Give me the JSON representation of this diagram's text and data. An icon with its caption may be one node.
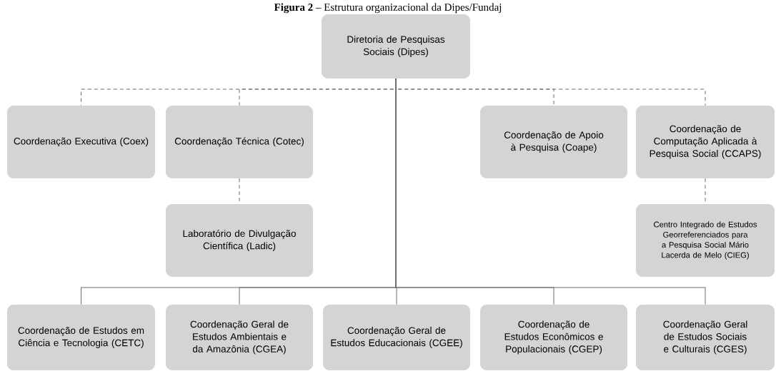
{
  "diagram": {
    "title": "**Figura 2** – Estrutura organizacional da Dipes/Fundaj",
    "nodes": [
      {
        "text": [
          "Diretoria de Pesquisas Sociais (Dipes)"
        ]
      },
      {
        "text": [
          "Coordenação Executiva (Coex)"
        ]
      },
      {
        "text": [
          "Coordenação Técnica (Cotec)"
        ]
      },
      {
        "text": [
          "Coordenação de Apoio à Pesquisa (Coape)"
        ]
      },
      {
        "text": [
          "Coordenação de Computação Aplicada à Pesquisa Social (CCAPS)"
        ]
      },
      {
        "text": [
          "Laboratório de Divulgação Científica (Ladic)"
        ]
      },
      {
        "text": [
          "Centro Integrado de Estudos Georreferenciados para a Pesquisa Social Mário Lacerda de Melo (CIEG)"
        ]
      },
      {
        "text": [
          "Coordenação de Estudos em Ciência e Tecnologia (CETC)"
        ]
      },
      {
        "text": [
          "Coordenação Geral de Estudos Ambientais e da Amazônia (CGEA)"
        ]
      },
      {
        "text": [
          "Coordenação Geral de Estudos Educacionais (CGEE)"
        ]
      },
      {
        "text": [
          "Coordenação de Estudos Econômicos e Populacionais (CGEP)"
        ]
      },
      {
        "text": [
          "Coordenação Geral de Estudos Sociais e Culturais (CGES)"
        ]
      }
    ],
    "edges": [
      {
        "from": 0,
        "to": 1,
        "arrow": "none",
        "style": "dashed"
      },
      {
        "from": 0,
        "to": 2,
        "arrow": "none",
        "style": "dashed"
      },
      {
        "from": 0,
        "to": 3,
        "arrow": "none",
        "style": "dashed"
      },
      {
        "from": 0,
        "to": 4,
        "arrow": "none",
        "style": "dashed"
      },
      {
        "from": 2,
        "to": 5,
        "arrow": "none",
        "style": "dashed"
      },
      {
        "from": 4,
        "to": 6,
        "arrow": "none",
        "style": "dashed"
      },
      {
        "from": 0,
        "to": 7,
        "arrow": "none"
      },
      {
        "from": 0,
        "to": 8,
        "arrow": "none"
      },
      {
        "from": 0,
        "to": 9,
        "arrow": "none"
      },
      {
        "from": 0,
        "to": 10,
        "arrow": "none"
      },
      {
        "from": 0,
        "to": 11,
        "arrow": "none"
      }
    ]
  }
}
